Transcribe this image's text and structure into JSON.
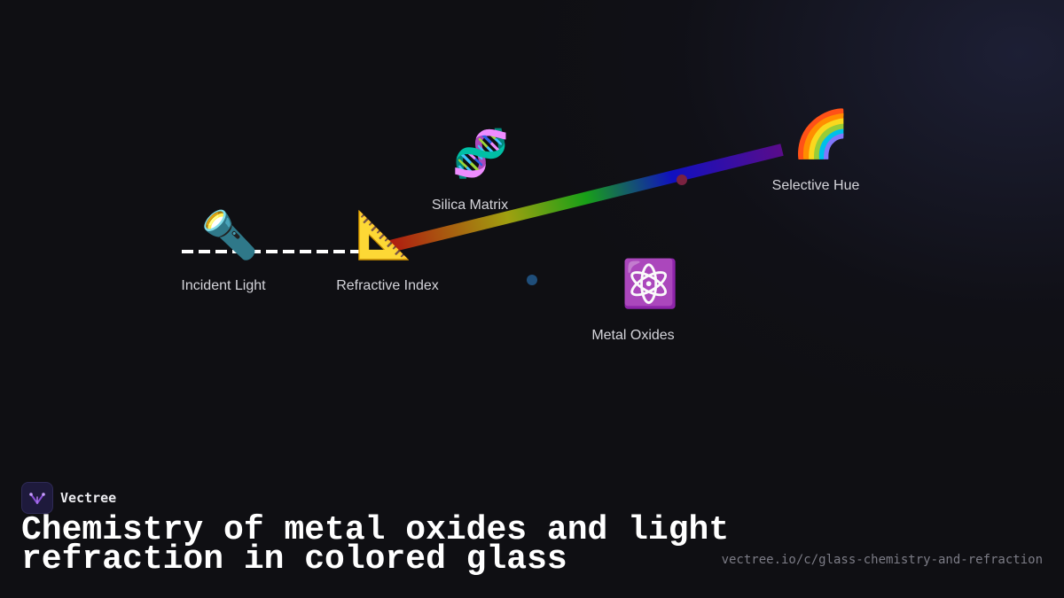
{
  "nodes": {
    "incident_light": {
      "label": "Incident Light",
      "icon": "flashlight-icon",
      "emoji": "🔦"
    },
    "refractive_index": {
      "label": "Refractive Index",
      "icon": "triangular-ruler-icon",
      "emoji": "📐"
    },
    "silica_matrix": {
      "label": "Silica Matrix",
      "icon": "dna-icon",
      "emoji": "🧬"
    },
    "metal_oxides": {
      "label": "Metal Oxides",
      "icon": "atom-icon",
      "emoji": "⚛️"
    },
    "selective_hue": {
      "label": "Selective Hue",
      "icon": "rainbow-icon",
      "emoji": "🌈"
    }
  },
  "colors": {
    "background": "#0f0f13",
    "beam_dashed": "#ffffff",
    "spectrum_start": "#b01a10",
    "spectrum_mid": "#18a018",
    "spectrum_blue": "#1010c0",
    "spectrum_end": "#5a0c8a",
    "dot_blue": "#1f4e7a",
    "dot_red": "#7a2240",
    "brand_accent": "#8a4fd8"
  },
  "brand": {
    "name": "Vectree",
    "icon": "vectree-logo-icon"
  },
  "title": "Chemistry of metal oxides and light refraction in colored glass",
  "url": "vectree.io/c/glass-chemistry-and-refraction"
}
